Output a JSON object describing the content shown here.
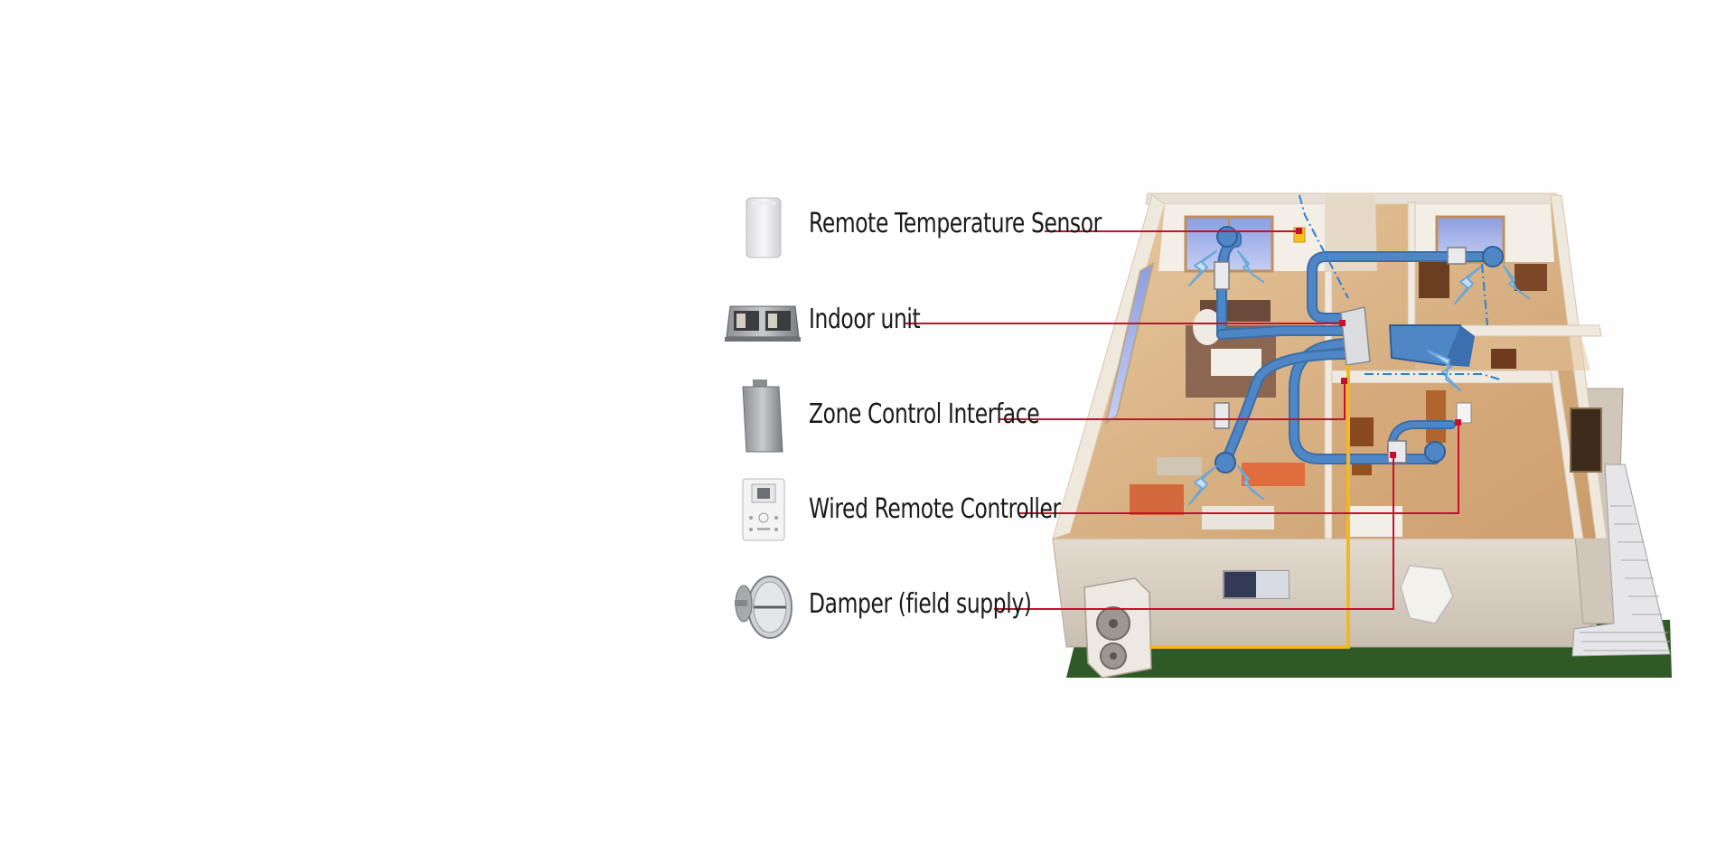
{
  "diagram": {
    "labels": [
      {
        "key": "remote-temperature-sensor",
        "text": "Remote Temperature Sensor"
      },
      {
        "key": "indoor-unit",
        "text": "Indoor unit"
      },
      {
        "key": "zone-control-interface",
        "text": "Zone Control Interface"
      },
      {
        "key": "wired-remote-controller",
        "text": "Wired Remote Controller"
      },
      {
        "key": "damper",
        "text": "Damper (field supply)"
      }
    ],
    "colors": {
      "leader_line": "#c8102e",
      "duct": "#4f86c6",
      "duct_dark": "#2f5f99",
      "airflow_arrow": "#bfe0f5",
      "refrigerant_pipe": "#f5b81a",
      "floor": "#d9b48a",
      "wall": "#f1ece4",
      "exterior_wall": "#d8d0c4",
      "lawn": "#2f5a26"
    }
  }
}
